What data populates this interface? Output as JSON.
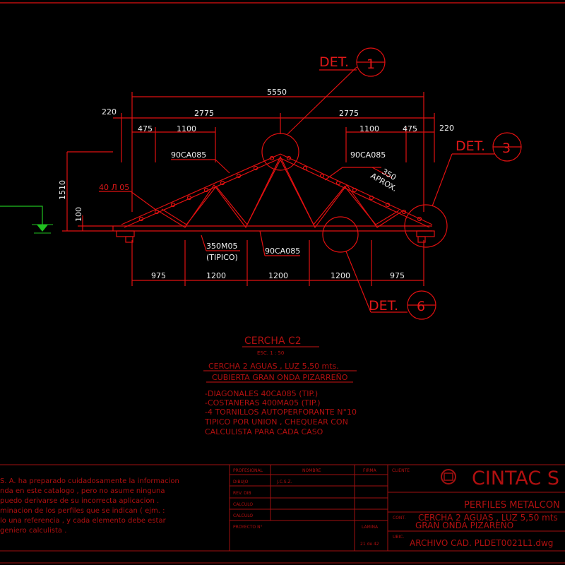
{
  "drawing": {
    "dimensions": {
      "overall": "5550",
      "half_left": "2775",
      "half_right": "2775",
      "overhang_left": "220",
      "overhang_right": "220",
      "seg_left_475": "475",
      "seg_left_1100": "1100",
      "seg_right_1100": "1100",
      "seg_right_475": "475",
      "height": "1510",
      "base_height": "100",
      "bottom": [
        "975",
        "1200",
        "1200",
        "1200",
        "975"
      ],
      "purlin_spacing": "350",
      "purlin_spacing_note": "APROX."
    },
    "labels": {
      "top_chord_left": "90CA085",
      "top_chord_right": "90CA085",
      "purlin": "40 Л 05",
      "bottom_chord": "90CA085",
      "bolt_line1": "350M05",
      "bolt_line2": "(TIPICO)"
    },
    "details": [
      {
        "prefix": "DET.",
        "number": "1"
      },
      {
        "prefix": "DET.",
        "number": "3"
      },
      {
        "prefix": "DET.",
        "number": "6"
      }
    ],
    "level_marker_color": "#20c020"
  },
  "notes": {
    "title": "CERCHA C2",
    "scale": "ESC. 1 : 50",
    "subtitle1": "CERCHA 2 AGUAS , LUZ 5,50 mts.",
    "subtitle2": "CUBIERTA GRAN ONDA PIZARREÑO",
    "items": [
      "-DIAGONALES 40CA085 (TIP.)",
      "-COSTANERAS 400MA05 (TIP.)",
      "-4 TORNILLOS AUTOPERFORANTE N°10",
      " TIPICO POR UNION , CHEQUEAR CON",
      " CALCULISTA PARA CADA CASO"
    ]
  },
  "disclaimer": [
    "S. A. ha preparado cuidadosamente la informacion",
    "nda en este catalogo , pero no asume ninguna",
    "puedo derivarse de su incorrecta aplicacion .",
    "minacion de los perfiles que se indican ( ejm. :",
    "lo una referencia , y cada elemento debe estar",
    "geniero calculista ."
  ],
  "title_block": {
    "headers": {
      "profesional": "PROFESIONAL",
      "nombre": "NOMBRE",
      "firma": "FIRMA",
      "cliente": "CLIENTE"
    },
    "rows": [
      {
        "label": "DIBUJO",
        "name": "J.C.S.Z."
      },
      {
        "label": "REV. DIB",
        "name": ""
      },
      {
        "label": "CALCULO",
        "name": ""
      },
      {
        "label": "CALCULO",
        "name": ""
      }
    ],
    "proyecto_label": "PROYECTO N°",
    "lamina_label": "LAMINA",
    "lamina_value": "21 de 42",
    "company": "CINTAC S",
    "product": "PERFILES METALCON",
    "cont_label": "CONT.",
    "cont_line1": "CERCHA 2 AGUAS , LUZ 5,50 mts",
    "cont_line2": "GRAN ONDA PIZAREÑO",
    "ubic_label": "UBIC.",
    "file": "ARCHIVO CAD. PLDET0021L1.dwg"
  }
}
